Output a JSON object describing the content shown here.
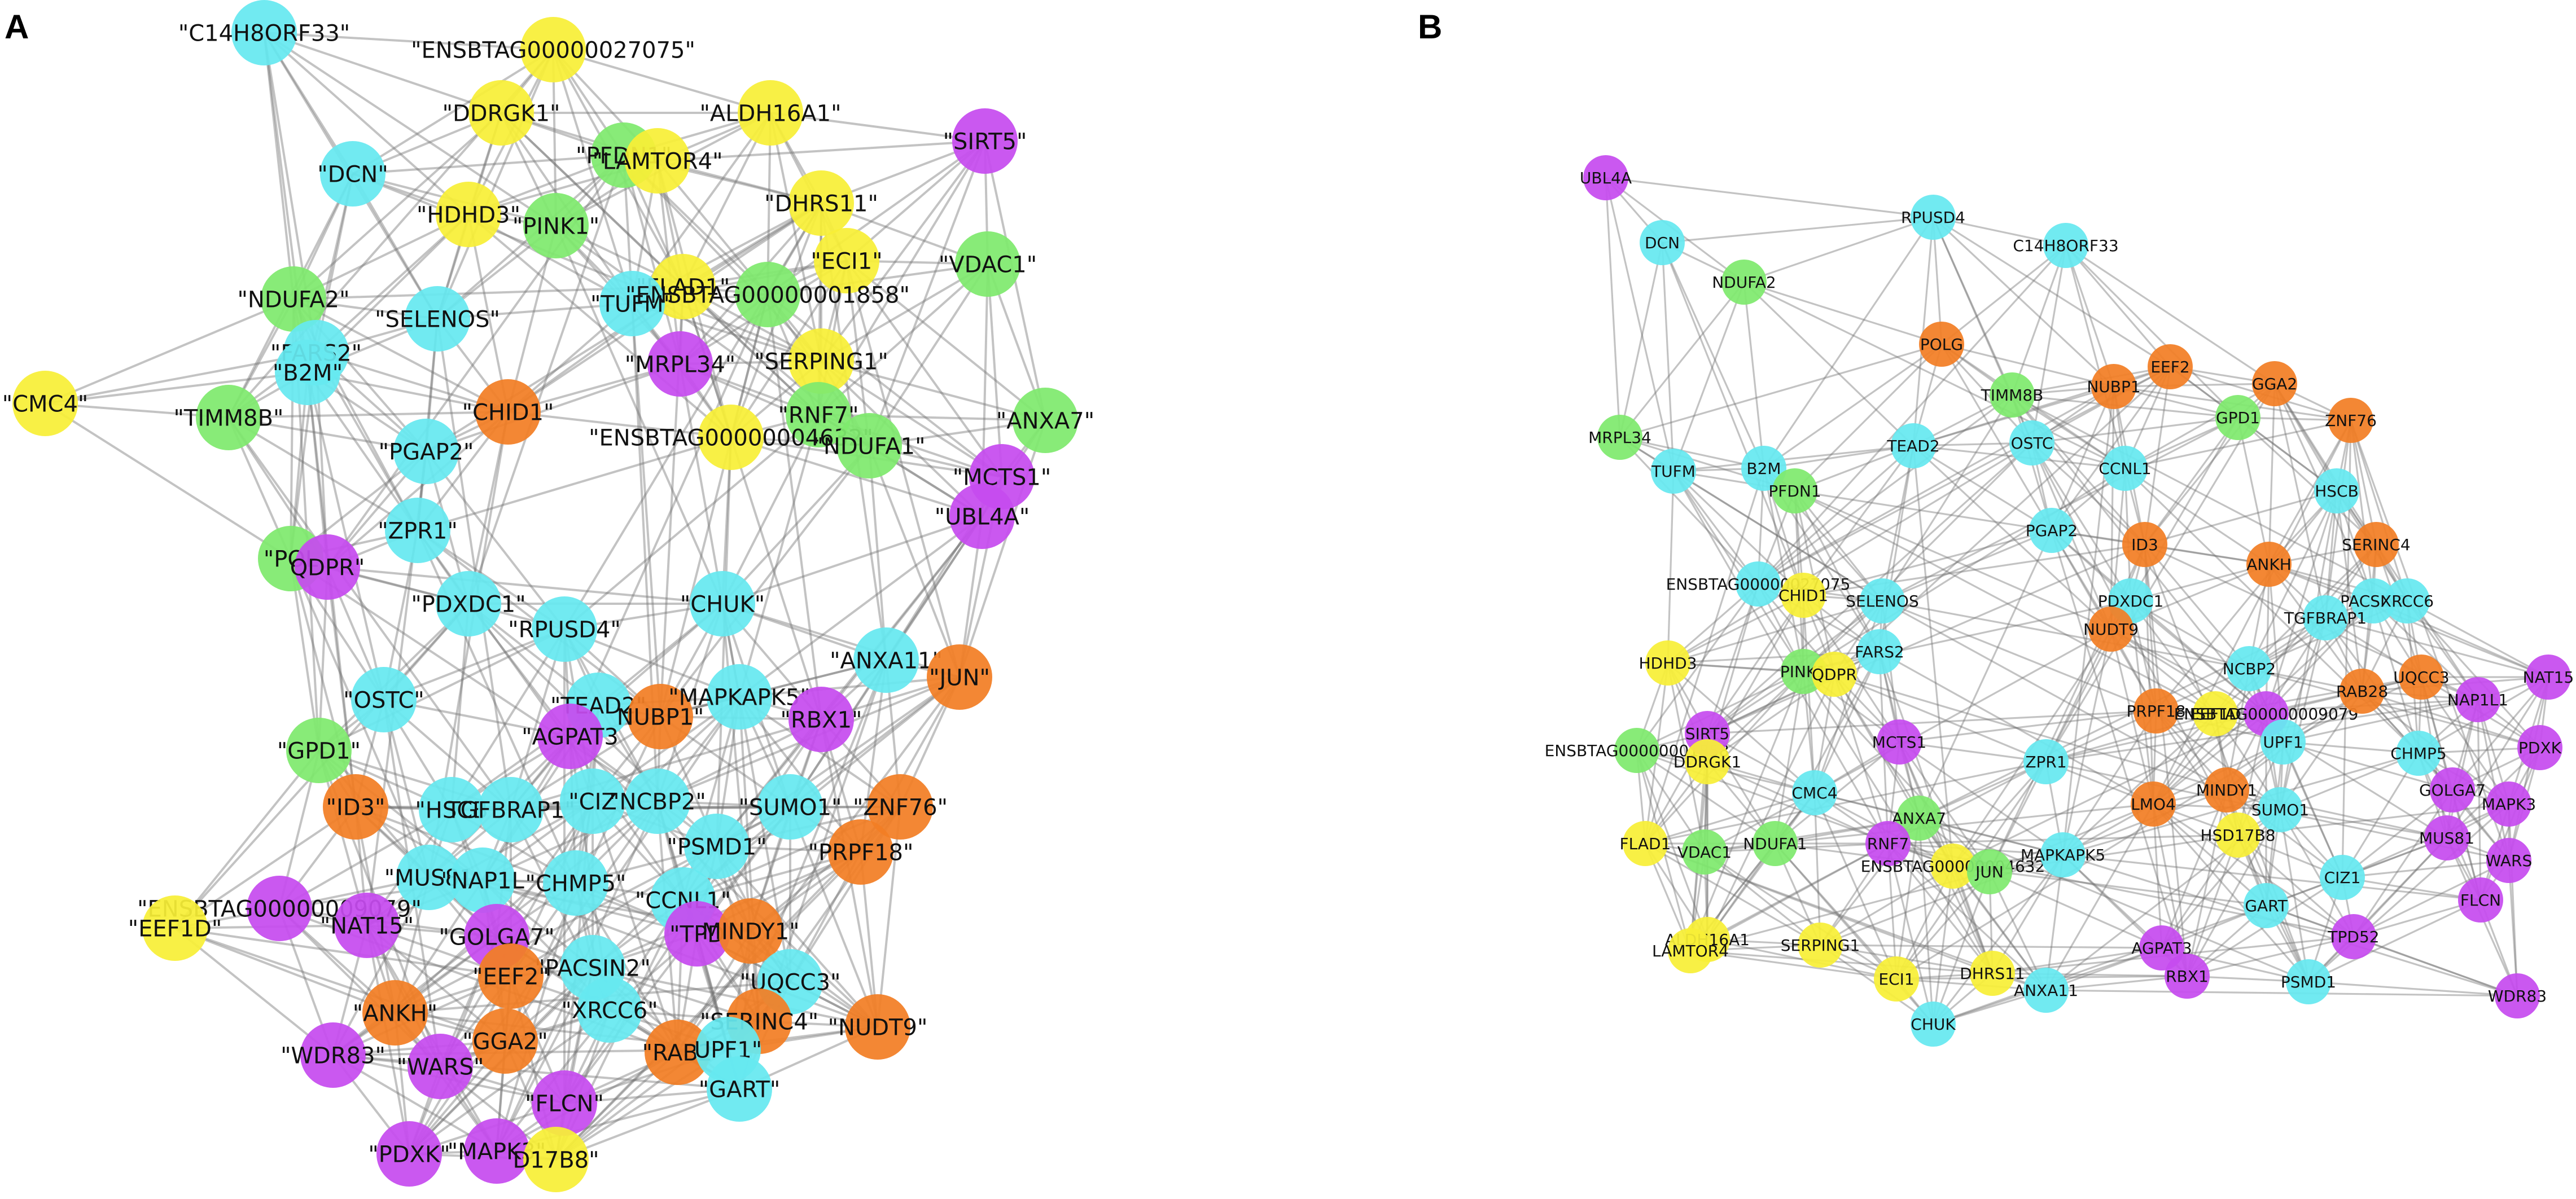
{
  "colors": {
    "cyan": "#66e8f0",
    "yellow": "#f7ef37",
    "green": "#7fea6e",
    "magenta": "#c64bef",
    "orange": "#f27e25",
    "edge": "#6f6f6f"
  },
  "panels": [
    {
      "label": "A",
      "nodes": [
        {
          "id": "C14H8ORF33",
          "label": "\"C14H8ORF33\"",
          "color": "cyan"
        },
        {
          "id": "ENSBTAG00000027075",
          "label": "\"ENSBTAG00000027075\"",
          "color": "yellow"
        },
        {
          "id": "DDRGK1",
          "label": "\"DDRGK1\"",
          "color": "yellow"
        },
        {
          "id": "ALDH16A1",
          "label": "\"ALDH16A1\"",
          "color": "yellow"
        },
        {
          "id": "SIRT5",
          "label": "\"SIRT5\"",
          "color": "magenta"
        },
        {
          "id": "DCN",
          "label": "\"DCN\"",
          "color": "cyan"
        },
        {
          "id": "PFDN1",
          "label": "\"PFDN1\"",
          "color": "green"
        },
        {
          "id": "LAMTOR4",
          "label": "\"LAMTOR4\"",
          "color": "yellow"
        },
        {
          "id": "HDHD3",
          "label": "\"HDHD3\"",
          "color": "yellow"
        },
        {
          "id": "PINK1",
          "label": "\"PINK1\"",
          "color": "green"
        },
        {
          "id": "DHRS11",
          "label": "\"DHRS11\"",
          "color": "yellow"
        },
        {
          "id": "ECI1",
          "label": "\"ECI1\"",
          "color": "yellow"
        },
        {
          "id": "VDAC1",
          "label": "\"VDAC1\"",
          "color": "green"
        },
        {
          "id": "NDUFA2",
          "label": "\"NDUFA2\"",
          "color": "green"
        },
        {
          "id": "SELENOS",
          "label": "\"SELENOS\"",
          "color": "cyan"
        },
        {
          "id": "FLAD1",
          "label": "\"FLAD1\"",
          "color": "yellow"
        },
        {
          "id": "TUFM",
          "label": "\"TUFM\"",
          "color": "cyan"
        },
        {
          "id": "ENSBTAG00000001858",
          "label": "\"ENSBTAG00000001858\"",
          "color": "green"
        },
        {
          "id": "FARS2",
          "label": "\"FARS2\"",
          "color": "cyan"
        },
        {
          "id": "B2M",
          "label": "\"B2M\"",
          "color": "cyan"
        },
        {
          "id": "CMC4",
          "label": "\"CMC4\"",
          "color": "yellow"
        },
        {
          "id": "MRPL34",
          "label": "\"MRPL34\"",
          "color": "magenta"
        },
        {
          "id": "SERPING1",
          "label": "\"SERPING1\"",
          "color": "yellow"
        },
        {
          "id": "TIMM8B",
          "label": "\"TIMM8B\"",
          "color": "green"
        },
        {
          "id": "CHID1",
          "label": "\"CHID1\"",
          "color": "orange"
        },
        {
          "id": "RNF7",
          "label": "\"RNF7\"",
          "color": "green"
        },
        {
          "id": "ENSBTAG00000004632",
          "label": "\"ENSBTAG00000004632\"",
          "color": "yellow"
        },
        {
          "id": "NDUFA1",
          "label": "\"NDUFA1\"",
          "color": "green"
        },
        {
          "id": "ANXA7",
          "label": "\"ANXA7\"",
          "color": "green"
        },
        {
          "id": "PGAP2",
          "label": "\"PGAP2\"",
          "color": "cyan"
        },
        {
          "id": "MCTS1",
          "label": "\"MCTS1\"",
          "color": "magenta"
        },
        {
          "id": "UBL4A",
          "label": "\"UBL4A\"",
          "color": "magenta"
        },
        {
          "id": "ZPR1",
          "label": "\"ZPR1\"",
          "color": "cyan"
        },
        {
          "id": "POLG",
          "label": "\"POL",
          "color": "green"
        },
        {
          "id": "QDPR",
          "label": "QDPR\"",
          "color": "magenta"
        },
        {
          "id": "PDXDC1",
          "label": "\"PDXDC1\"",
          "color": "cyan"
        },
        {
          "id": "RPUSD4",
          "label": "\"RPUSD4\"",
          "color": "cyan"
        },
        {
          "id": "CHUK",
          "label": "\"CHUK\"",
          "color": "cyan"
        },
        {
          "id": "ANXA11",
          "label": "\"ANXA11\"",
          "color": "cyan"
        },
        {
          "id": "JUN",
          "label": "\"JUN\"",
          "color": "orange"
        },
        {
          "id": "OSTC",
          "label": "\"OSTC\"",
          "color": "cyan"
        },
        {
          "id": "TEAD2",
          "label": "\"TEAD2\"",
          "color": "cyan"
        },
        {
          "id": "NUBP1",
          "label": "NUBP1\"",
          "color": "orange"
        },
        {
          "id": "MAPKAPK5",
          "label": "\"MAPKAPK5\"",
          "color": "cyan"
        },
        {
          "id": "RBX1",
          "label": "\"RBX1\"",
          "color": "magenta"
        },
        {
          "id": "GPD1",
          "label": "\"GPD1\"",
          "color": "green"
        },
        {
          "id": "AGPAT3",
          "label": "\"AGPAT3",
          "color": "magenta"
        },
        {
          "id": "ID3",
          "label": "\"ID3\"",
          "color": "orange"
        },
        {
          "id": "HSCB",
          "label": "\"HSCB",
          "color": "cyan"
        },
        {
          "id": "TGFBRAP1",
          "label": "TGFBRAP1\"",
          "color": "cyan"
        },
        {
          "id": "CIZ1",
          "label": "\"CIZ",
          "color": "cyan"
        },
        {
          "id": "NCBP2",
          "label": "\"NCBP2\"",
          "color": "cyan"
        },
        {
          "id": "SUMO1",
          "label": "\"SUMO1\"",
          "color": "cyan"
        },
        {
          "id": "ZNF76",
          "label": "\"ZNF76\"",
          "color": "orange"
        },
        {
          "id": "PSMD1",
          "label": "\"PSMD1\"",
          "color": "cyan"
        },
        {
          "id": "PRPF18",
          "label": "\"PRPF18\"",
          "color": "orange"
        },
        {
          "id": "MUS81",
          "label": "\"MUS81",
          "color": "cyan"
        },
        {
          "id": "NAP1L1",
          "label": "\"NAP1L",
          "color": "cyan"
        },
        {
          "id": "CHMP5",
          "label": "\"CHMP5\"",
          "color": "cyan"
        },
        {
          "id": "CCNL1",
          "label": "\"CCNL1\"",
          "color": "cyan"
        },
        {
          "id": "ENSBTAG00000009079",
          "label": "\"ENSBTAG00000009079\"",
          "color": "magenta"
        },
        {
          "id": "EEF1D",
          "label": "\"EEF1D\"",
          "color": "yellow"
        },
        {
          "id": "NAT15",
          "label": "\"NAT15\"",
          "color": "magenta"
        },
        {
          "id": "GOLGA7",
          "label": "\"GOLGA7\"",
          "color": "magenta"
        },
        {
          "id": "TPD52",
          "label": "\"TPD",
          "color": "magenta"
        },
        {
          "id": "MINDY1",
          "label": "MINDY1\"",
          "color": "orange"
        },
        {
          "id": "PACSIN2",
          "label": "\"PACSIN2\"",
          "color": "cyan"
        },
        {
          "id": "UQCC3",
          "label": "\"UQCC3\"",
          "color": "cyan"
        },
        {
          "id": "ANKH",
          "label": "\"ANKH\"",
          "color": "orange"
        },
        {
          "id": "EEF2",
          "label": "\"EEF2\"",
          "color": "orange"
        },
        {
          "id": "XRCC6",
          "label": "\"XRCC6\"",
          "color": "cyan"
        },
        {
          "id": "SERINC4",
          "label": "\"SERINC4\"",
          "color": "orange"
        },
        {
          "id": "NUDT9",
          "label": "\"NUDT9\"",
          "color": "orange"
        },
        {
          "id": "WDR83",
          "label": "\"WDR83\"",
          "color": "magenta"
        },
        {
          "id": "GGA2",
          "label": "\"GGA2\"",
          "color": "orange"
        },
        {
          "id": "WARS",
          "label": "\"WARS\"",
          "color": "magenta"
        },
        {
          "id": "RAB28",
          "label": "\"RAB2",
          "color": "orange"
        },
        {
          "id": "UPF1",
          "label": "UPF1\"",
          "color": "cyan"
        },
        {
          "id": "GART",
          "label": "\"GART\"",
          "color": "cyan"
        },
        {
          "id": "FLCN",
          "label": "\"FLCN\"",
          "color": "magenta"
        },
        {
          "id": "PDXK",
          "label": "\"PDXK\"",
          "color": "magenta"
        },
        {
          "id": "MAPK3",
          "label": "\"MAPK3\"",
          "color": "magenta"
        },
        {
          "id": "HSD17B8",
          "label": "D17B8\"",
          "color": "yellow"
        }
      ]
    },
    {
      "label": "B",
      "nodes": [
        {
          "id": "UBL4A",
          "label": "UBL4A",
          "color": "magenta"
        },
        {
          "id": "RPUSD4",
          "label": "RPUSD4",
          "color": "cyan"
        },
        {
          "id": "DCN",
          "label": "DCN",
          "color": "cyan"
        },
        {
          "id": "C14H8ORF33",
          "label": "C14H8ORF33",
          "color": "cyan"
        },
        {
          "id": "NDUFA2",
          "label": "NDUFA2",
          "color": "green"
        },
        {
          "id": "POLG",
          "label": "POLG",
          "color": "orange"
        },
        {
          "id": "EEF2",
          "label": "EEF2",
          "color": "orange"
        },
        {
          "id": "NUBP1",
          "label": "NUBP1",
          "color": "orange"
        },
        {
          "id": "GGA2",
          "label": "GGA2",
          "color": "orange"
        },
        {
          "id": "TIMM8B",
          "label": "TIMM8B",
          "color": "green"
        },
        {
          "id": "GPD1",
          "label": "GPD1",
          "color": "green"
        },
        {
          "id": "ZNF76",
          "label": "ZNF76",
          "color": "orange"
        },
        {
          "id": "MRPL34",
          "label": "MRPL34",
          "color": "green"
        },
        {
          "id": "TEAD2",
          "label": "TEAD2",
          "color": "cyan"
        },
        {
          "id": "OSTC",
          "label": "OSTC",
          "color": "cyan"
        },
        {
          "id": "TUFM",
          "label": "TUFM",
          "color": "cyan"
        },
        {
          "id": "B2M",
          "label": "B2M",
          "color": "cyan"
        },
        {
          "id": "CCNL1",
          "label": "CCNL1",
          "color": "cyan"
        },
        {
          "id": "HSCB",
          "label": "HSCB",
          "color": "cyan"
        },
        {
          "id": "PFDN1",
          "label": "PFDN1",
          "color": "green"
        },
        {
          "id": "PGAP2",
          "label": "PGAP2",
          "color": "cyan"
        },
        {
          "id": "ID3",
          "label": "ID3",
          "color": "orange"
        },
        {
          "id": "SERINC4",
          "label": "SERINC4",
          "color": "orange"
        },
        {
          "id": "ANKH",
          "label": "ANKH",
          "color": "orange"
        },
        {
          "id": "ENSBTAG00000027075",
          "label": "ENSBTAG00000027075",
          "color": "cyan"
        },
        {
          "id": "CHID1",
          "label": "CHID1",
          "color": "yellow"
        },
        {
          "id": "SELENOS",
          "label": "SELENOS",
          "color": "cyan"
        },
        {
          "id": "PDXDC1",
          "label": "PDXDC1",
          "color": "cyan"
        },
        {
          "id": "PACSIN2",
          "label": "PACSIN2",
          "color": "cyan"
        },
        {
          "id": "XRCC6",
          "label": "XRCC6",
          "color": "cyan"
        },
        {
          "id": "TGFBRAP1",
          "label": "TGFBRAP1",
          "color": "cyan"
        },
        {
          "id": "NUDT9",
          "label": "NUDT9",
          "color": "orange"
        },
        {
          "id": "HDHD3",
          "label": "HDHD3",
          "color": "yellow"
        },
        {
          "id": "FARS2",
          "label": "FARS2",
          "color": "cyan"
        },
        {
          "id": "PINK1",
          "label": "PINK1",
          "color": "green"
        },
        {
          "id": "QDPR",
          "label": "QDPR",
          "color": "yellow"
        },
        {
          "id": "NCBP2",
          "label": "NCBP2",
          "color": "cyan"
        },
        {
          "id": "PRPF18",
          "label": "PRPF18",
          "color": "orange"
        },
        {
          "id": "EEF1D",
          "label": "EEF1D",
          "color": "yellow"
        },
        {
          "id": "ENSBTAG00000009079",
          "label": "ENSBTAG00000009079",
          "color": "magenta"
        },
        {
          "id": "RAB28",
          "label": "RAB28",
          "color": "orange"
        },
        {
          "id": "UQCC3",
          "label": "UQCC3",
          "color": "orange"
        },
        {
          "id": "NAP1L1",
          "label": "NAP1L1",
          "color": "magenta"
        },
        {
          "id": "NAT15",
          "label": "NAT15",
          "color": "magenta"
        },
        {
          "id": "ENSBTAG00000001858",
          "label": "ENSBTAG00000001858",
          "color": "green"
        },
        {
          "id": "SIRT5",
          "label": "SIRT5",
          "color": "magenta"
        },
        {
          "id": "DDRGK1",
          "label": "DDRGK1",
          "color": "yellow"
        },
        {
          "id": "MCTS1",
          "label": "MCTS1",
          "color": "magenta"
        },
        {
          "id": "ZPR1",
          "label": "ZPR1",
          "color": "cyan"
        },
        {
          "id": "UPF1",
          "label": "UPF1",
          "color": "cyan"
        },
        {
          "id": "CHMP5",
          "label": "CHMP5",
          "color": "cyan"
        },
        {
          "id": "PDXK",
          "label": "PDXK",
          "color": "magenta"
        },
        {
          "id": "CMC4",
          "label": "CMC4",
          "color": "cyan"
        },
        {
          "id": "LMO4",
          "label": "LMO4",
          "color": "orange"
        },
        {
          "id": "MINDY1",
          "label": "MINDY1",
          "color": "orange"
        },
        {
          "id": "SUMO1",
          "label": "SUMO1",
          "color": "cyan"
        },
        {
          "id": "GOLGA7",
          "label": "GOLGA7",
          "color": "magenta"
        },
        {
          "id": "MAPK3",
          "label": "MAPK3",
          "color": "magenta"
        },
        {
          "id": "ANXA7",
          "label": "ANXA7",
          "color": "green"
        },
        {
          "id": "HSD17B8",
          "label": "HSD17B8",
          "color": "yellow"
        },
        {
          "id": "FLAD1",
          "label": "FLAD1",
          "color": "yellow"
        },
        {
          "id": "VDAC1",
          "label": "VDAC1",
          "color": "green"
        },
        {
          "id": "NDUFA1",
          "label": "NDUFA1",
          "color": "green"
        },
        {
          "id": "RNF7",
          "label": "RNF7",
          "color": "magenta"
        },
        {
          "id": "ENSBTAG00000004632",
          "label": "ENSBTAG00000004632",
          "color": "yellow"
        },
        {
          "id": "JUN",
          "label": "JUN",
          "color": "green"
        },
        {
          "id": "MAPKAPK5",
          "label": "MAPKAPK5",
          "color": "cyan"
        },
        {
          "id": "MUS81",
          "label": "MUS81",
          "color": "magenta"
        },
        {
          "id": "WARS",
          "label": "WARS",
          "color": "magenta"
        },
        {
          "id": "CIZ1",
          "label": "CIZ1",
          "color": "cyan"
        },
        {
          "id": "GART",
          "label": "GART",
          "color": "cyan"
        },
        {
          "id": "FLCN",
          "label": "FLCN",
          "color": "magenta"
        },
        {
          "id": "ALDH16A1",
          "label": "ALDH16A1",
          "color": "yellow"
        },
        {
          "id": "LAMTOR4",
          "label": "LAMTOR4",
          "color": "yellow"
        },
        {
          "id": "SERPING1",
          "label": "SERPING1",
          "color": "yellow"
        },
        {
          "id": "TPD52",
          "label": "TPD52",
          "color": "magenta"
        },
        {
          "id": "AGPAT3",
          "label": "AGPAT3",
          "color": "magenta"
        },
        {
          "id": "RBX1",
          "label": "RBX1",
          "color": "magenta"
        },
        {
          "id": "ECI1",
          "label": "ECI1",
          "color": "yellow"
        },
        {
          "id": "DHRS11",
          "label": "DHRS11",
          "color": "yellow"
        },
        {
          "id": "ANXA11",
          "label": "ANXA11",
          "color": "cyan"
        },
        {
          "id": "PSMD1",
          "label": "PSMD1",
          "color": "cyan"
        },
        {
          "id": "CHUK",
          "label": "CHUK",
          "color": "cyan"
        },
        {
          "id": "WDR83",
          "label": "WDR83",
          "color": "magenta"
        }
      ]
    }
  ]
}
